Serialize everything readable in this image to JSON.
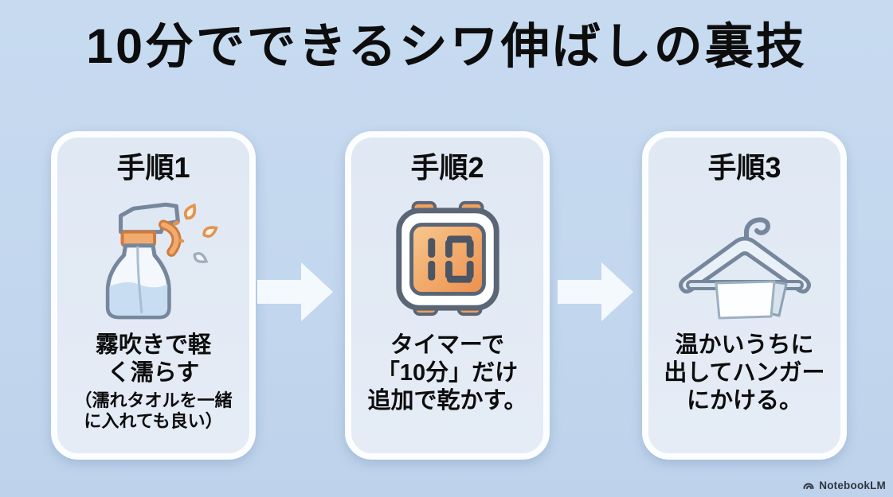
{
  "page": {
    "title": "10分でできるシワ伸ばしの裏技",
    "background_color": "#c4d8ee",
    "card_color": "#e3eaf4",
    "card_border_color": "#fcfdfe",
    "arrow_color": "#f4f9fd",
    "accent_orange": "#f0a05f",
    "outline_gray": "#76879d",
    "text_color": "#0d0d0d"
  },
  "steps": [
    {
      "label": "手順1",
      "icon": "spray-bottle-icon",
      "lines": [
        "霧吹きで軽",
        "く濡らす"
      ],
      "note_lines": [
        "（濡れタオルを一緒",
        "に入れても良い）"
      ]
    },
    {
      "label": "手順2",
      "icon": "timer-icon",
      "timer_display": "10",
      "lines": [
        "タイマーで",
        "「10分」だけ",
        "追加で乾かす。"
      ]
    },
    {
      "label": "手順3",
      "icon": "hanger-icon",
      "lines": [
        "温かいうちに",
        "出してハンガー",
        "にかける。"
      ]
    }
  ],
  "footer": {
    "brand": "NotebookLM"
  }
}
